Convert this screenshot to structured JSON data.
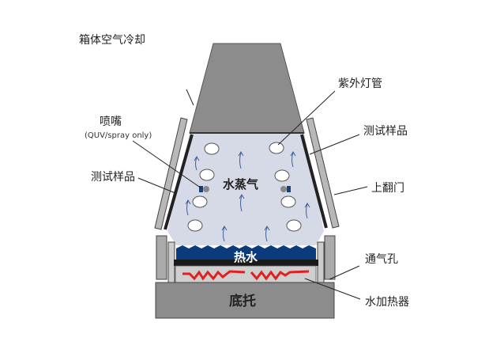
{
  "labels": {
    "cabinet_air_cooling": "箱体空气冷却",
    "uv_lamp": "紫外灯管",
    "nozzle": "喷嘴",
    "nozzle_note": "(QUV/spray only)",
    "test_sample_left": "测试样品",
    "test_sample_right": "测试样品",
    "flip_door": "上翻门",
    "vent_hole": "通气孔",
    "water_heater": "水加热器",
    "vapor": "水蒸气",
    "hot_water": "热水",
    "base": "底托"
  },
  "colors": {
    "housing": "#8c8c8c",
    "chamber": "#d6dae6",
    "water": "#0c3b7c",
    "heater": "#e02020",
    "arrow": "#3a5fa0"
  }
}
